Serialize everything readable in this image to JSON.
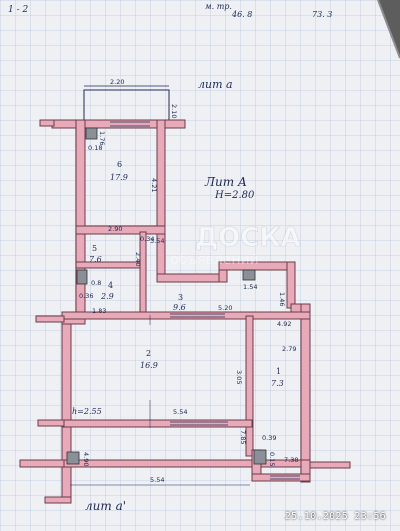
{
  "photo": {
    "subject": "floor-plan-sheet",
    "colors": {
      "paper": "#eef0f4",
      "grid": "#b9c8de",
      "wall": "#e8a9b8",
      "wall_edge": "#6a3c4a",
      "ink": "#1e2a55",
      "frame": "#4b4b4b"
    }
  },
  "header": {
    "top_left_note": "1 - 2",
    "top_right_note_1": "м. тр.",
    "top_right_note_2": "46. 8",
    "top_right_note_3": "73. 3"
  },
  "plan": {
    "top_label": "лит а",
    "bottom_label": "лит а'",
    "main_label": "Лит А",
    "height_label": "Н=2.80",
    "rooms": [
      {
        "number": "6",
        "area": "17.9"
      },
      {
        "number": "5",
        "area": "7.6"
      },
      {
        "number": "4",
        "area": "2.9"
      },
      {
        "number": "3",
        "area": "9.6"
      },
      {
        "number": "2",
        "area": "16.9"
      },
      {
        "number": "1",
        "area": "7.3"
      }
    ],
    "dimensions": {
      "top_width": "2.20",
      "top_side": "2.10",
      "corner_a": "0.18",
      "corner_b": "1.76",
      "room6_height": "4.21",
      "room6_bottom": "2.90",
      "small_a": "0.34",
      "small_b": "3.54",
      "small_c": "2.40",
      "room4_a": "0.8",
      "room4_b": "0.36",
      "room4_c": "1.83",
      "room3_a": "1.54",
      "room3_width": "5.20",
      "room1_a": "4.92",
      "room1_b": "2.79",
      "right_side": "1.46",
      "room2_height": "3.05",
      "h_label": "h=2.55",
      "room2_width": "5.54",
      "bottom_left": "4.90",
      "bottom_mid_a": "7.85",
      "bottom_mid_b": "0.39",
      "bottom_mid_c": "0.15",
      "bottom_right": "7.38",
      "bottom_width": "5.54"
    }
  },
  "watermark": {
    "brand": "ДОСКА",
    "caption": "объявлений"
  },
  "timestamp": "25.10.2025  23:56"
}
